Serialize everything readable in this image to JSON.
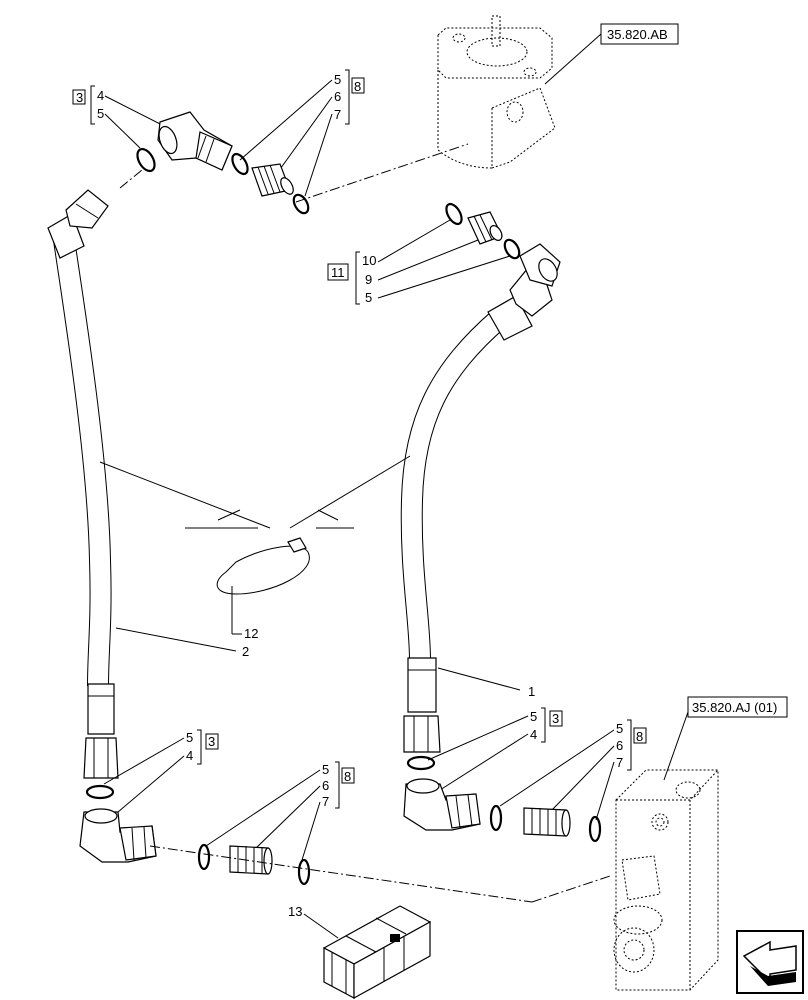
{
  "references": {
    "pump": "35.820.AB",
    "valve": "35.820.AJ (01)"
  },
  "groups": {
    "top_left": {
      "kit": "3",
      "items": [
        "4",
        "5"
      ]
    },
    "top_middle": {
      "kit": "8",
      "items": [
        "5",
        "6",
        "7"
      ]
    },
    "right_middle": {
      "kit": "11",
      "items": [
        "10",
        "9",
        "5"
      ]
    },
    "bottom_left": {
      "kit": "3",
      "items": [
        "5",
        "4"
      ]
    },
    "bottom_middle": {
      "kit": "8",
      "items": [
        "5",
        "6",
        "7"
      ]
    },
    "bottom_center": {
      "kit": "3",
      "items": [
        "5",
        "4"
      ]
    },
    "bottom_right": {
      "kit": "8",
      "items": [
        "5",
        "6",
        "7"
      ]
    }
  },
  "callouts": {
    "hose_right": "1",
    "hose_left": "2",
    "cable_tie": "12",
    "kit_box": "13"
  },
  "navigation": {
    "icon": "next-page-arrow-icon"
  }
}
